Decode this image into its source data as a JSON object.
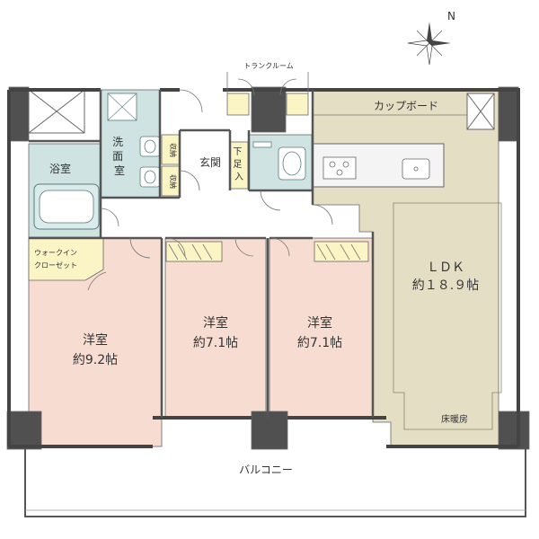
{
  "compass": {
    "north_label": "N",
    "icon": "compass-rose-icon"
  },
  "rooms": {
    "trunk_room": "トランクルーム",
    "cupboard": "カップボード",
    "washroom_lines": [
      "洗",
      "面",
      "室"
    ],
    "storage_top": "収納",
    "storage_bottom": "収納",
    "entrance": "玄関",
    "shoe_storage_lines": [
      "下",
      "足",
      "入"
    ],
    "bath": "浴室",
    "walkin_lines": [
      "ウォークイン",
      "クローゼット"
    ],
    "ldk_name": "ＬＤＫ",
    "ldk_size": "約１８.９帖",
    "floor_heating": "床暖房",
    "western1_name": "洋室",
    "western1_size": "約9.2帖",
    "western2_name": "洋室",
    "western2_size": "約7.1帖",
    "western3_name": "洋室",
    "western3_size": "約7.1帖",
    "balcony": "バルコニー"
  },
  "colors": {
    "ldk": "#e4dfc4",
    "western": "#f7dcd2",
    "water": "#cfe3e3",
    "storage_yellow": "#fbf4c4",
    "wall": "#444444",
    "pillar": "#505050"
  }
}
